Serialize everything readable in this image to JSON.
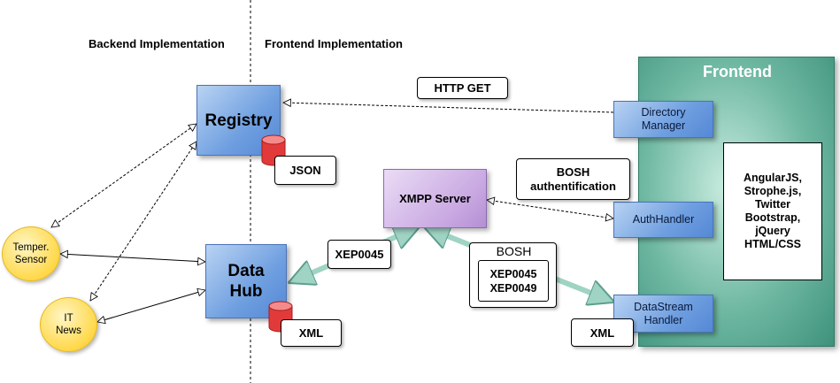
{
  "headers": {
    "backend": "Backend Implementation",
    "frontend": "Frontend Implementation"
  },
  "frontend_panel": {
    "title": "Frontend",
    "tech": "AngularJS, Strophe.js, Twitter Bootstrap, jQuery HTML/CSS"
  },
  "nodes": {
    "registry": "Registry",
    "data_hub_line1": "Data",
    "data_hub_line2": "Hub",
    "xmpp_server": "XMPP Server",
    "temper_sensor_line1": "Temper.",
    "temper_sensor_line2": "Sensor",
    "it_news_line1": "IT",
    "it_news_line2": "News",
    "directory_manager_line1": "Directory",
    "directory_manager_line2": "Manager",
    "auth_handler": "AuthHandler",
    "datastream_handler_line1": "DataStream",
    "datastream_handler_line2": "Handler"
  },
  "labels": {
    "http_get": "HTTP GET",
    "json": "JSON",
    "xml_hub": "XML",
    "xml_stream": "XML",
    "bosh_auth_line1": "BOSH",
    "bosh_auth_line2": "authentification",
    "xep_left": "XEP0045",
    "bosh": "BOSH",
    "xep0045": "XEP0045",
    "xep0049": "XEP0049"
  },
  "colors": {
    "node_blue": "#6f9fe0",
    "frontend_teal": "#5aa790",
    "xmpp_purple": "#c9a8e2",
    "sensor_yellow": "#ffd84a",
    "db_red": "#e23a3a"
  }
}
